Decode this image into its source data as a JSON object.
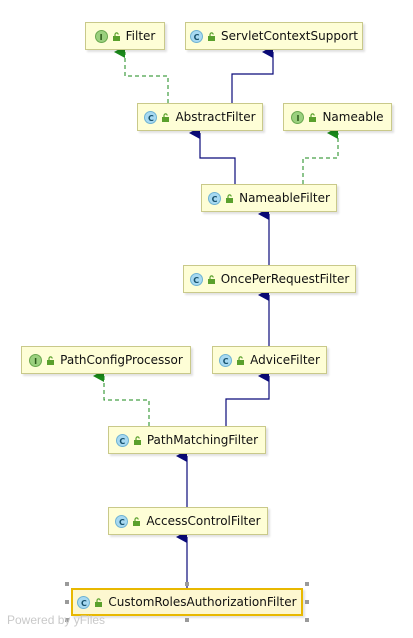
{
  "nodes": {
    "filter": {
      "label": "Filter",
      "kind": "I"
    },
    "servlet_context_support": {
      "label": "ServletContextSupport",
      "kind": "C"
    },
    "abstract_filter": {
      "label": "AbstractFilter",
      "kind": "C"
    },
    "nameable": {
      "label": "Nameable",
      "kind": "I"
    },
    "nameable_filter": {
      "label": "NameableFilter",
      "kind": "C"
    },
    "once_per_request_filter": {
      "label": "OncePerRequestFilter",
      "kind": "C"
    },
    "path_config_processor": {
      "label": "PathConfigProcessor",
      "kind": "I"
    },
    "advice_filter": {
      "label": "AdviceFilter",
      "kind": "C"
    },
    "path_matching_filter": {
      "label": "PathMatchingFilter",
      "kind": "C"
    },
    "access_control_filter": {
      "label": "AccessControlFilter",
      "kind": "C"
    },
    "custom_roles_authorization_filter": {
      "label": "CustomRolesAuthorizationFilter",
      "kind": "C"
    }
  },
  "colors": {
    "extends_edge": "#0a0a7a",
    "implements_edge": "#1a8a1a"
  },
  "watermark": "Powered by yFiles"
}
